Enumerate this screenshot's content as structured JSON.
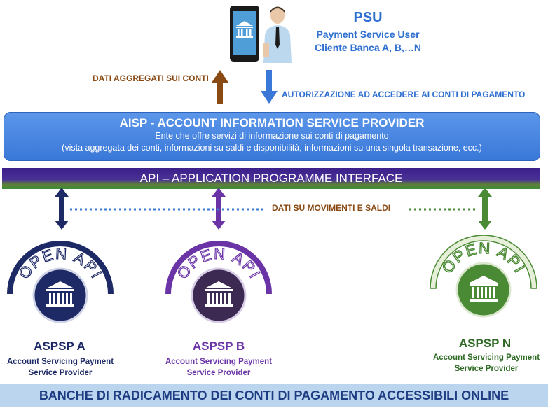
{
  "psu": {
    "title": "PSU",
    "line1": "Payment Service User",
    "line2": "Cliente Banca A, B,…N"
  },
  "arrows": {
    "up_label": "DATI AGGREGATI SUI CONTI",
    "down_label": "AUTORIZZAZIONE AD ACCEDERE AI CONTI DI PAGAMENTO"
  },
  "aisp": {
    "title": "AISP - ACCOUNT INFORMATION SERVICE PROVIDER",
    "line1": "Ente che offre servizi di informazione sui conti di pagamento",
    "line2": "(vista aggregata dei conti, informazioni su saldi e disponibilità, informazioni su una singola transazione, ecc.)"
  },
  "api": {
    "label": "API – APPLICATION PROGRAMME INTERFACE"
  },
  "data_flow": {
    "label": "DATI SU MOVIMENTI E SALDI"
  },
  "banks": [
    {
      "arc_text": "OPEN API",
      "name": "ASPSP A",
      "desc1": "Account Servicing Payment",
      "desc2": "Service Provider",
      "color": "#1e2a66"
    },
    {
      "arc_text": "OPEN API",
      "name": "ASPSP B",
      "desc1": "Account Servicing Payment",
      "desc2": "Service Provider",
      "color": "#6a34a6"
    },
    {
      "arc_text": "OPEN API",
      "name": "ASPSP N",
      "desc1": "Account Servicing Payment",
      "desc2": "Service Provider",
      "color": "#4a8a34"
    }
  ],
  "footer": {
    "label": "BANCHE DI RADICAMENTO DEI CONTI DI PAGAMENTO ACCESSIBILI ONLINE"
  }
}
